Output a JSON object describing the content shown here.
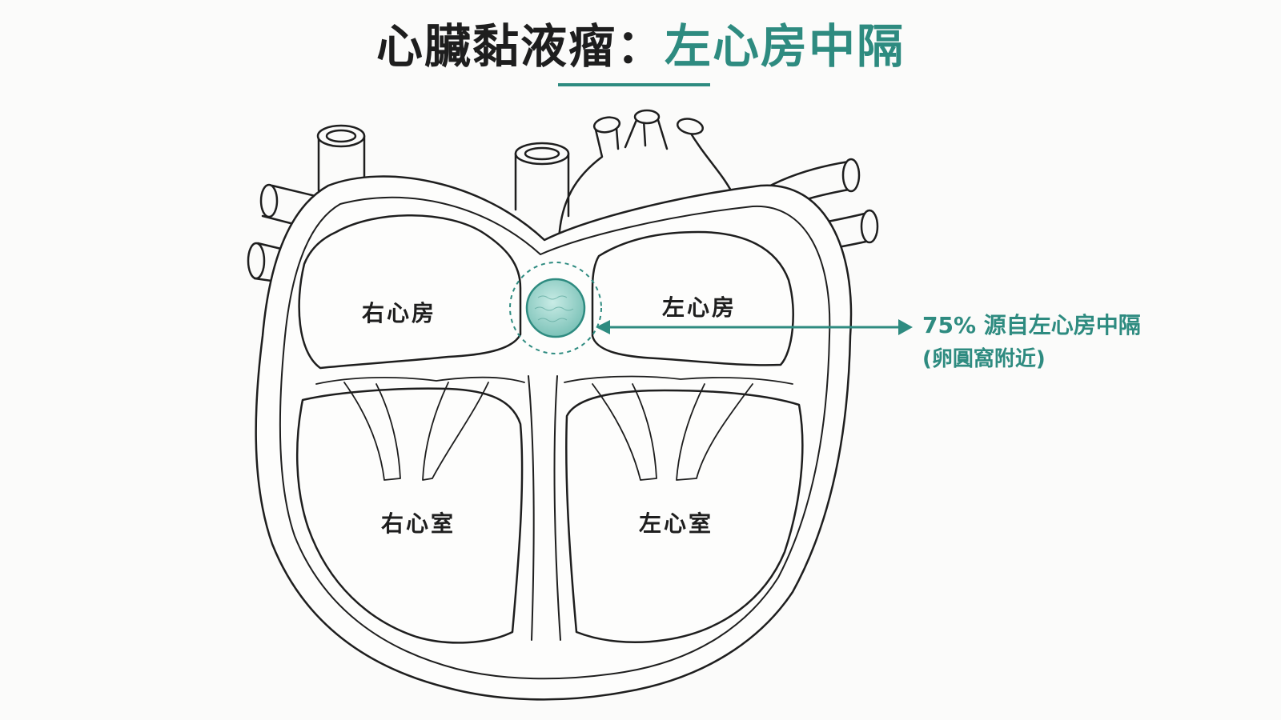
{
  "title": {
    "main": "心臟黏液瘤：",
    "highlight": "左心房中隔"
  },
  "labels": {
    "right_atrium": "右心房",
    "left_atrium": "左心房",
    "right_ventricle": "右心室",
    "left_ventricle": "左心室"
  },
  "callout": {
    "line1": "75% 源自左心房中隔",
    "line2": "(卵圓窩附近)"
  },
  "colors": {
    "accent": "#2e8b80",
    "tumor": "#9fd3cb",
    "outline": "#1e1e1e"
  }
}
